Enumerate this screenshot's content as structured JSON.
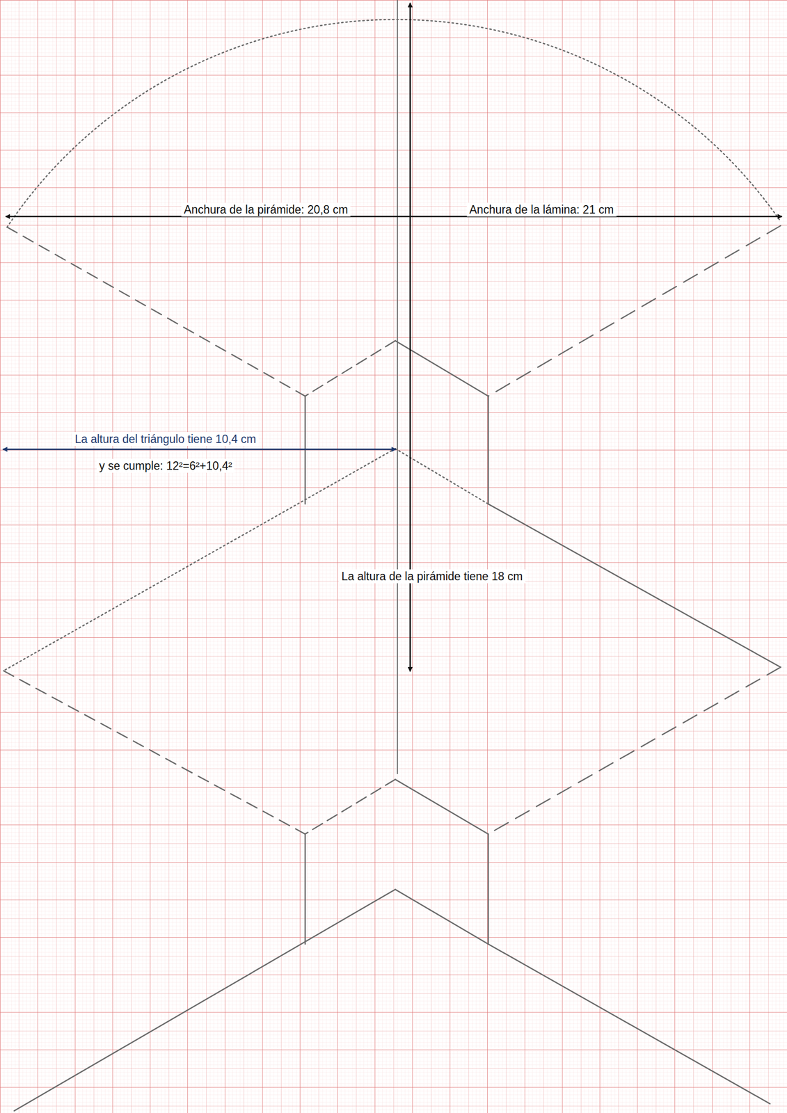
{
  "diagram": {
    "labels": [
      "Anchura de la pirámide: 20,8 cm",
      "Anchura de la lámina: 21 cm",
      "La altura del triángulo tiene 10,4 cm",
      "y se cumple: 12²=6²+10,4²",
      "La altura de la pirámide tiene 18 cm"
    ]
  }
}
